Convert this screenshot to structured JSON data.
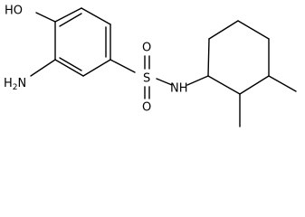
{
  "molecule": {
    "labels": {
      "hydroxyl": "HO",
      "amine_h": "H",
      "amine_sub": "2",
      "amine_n": "N",
      "sulfur": "S",
      "oxygen_top": "O",
      "oxygen_bottom": "O",
      "amide_n": "NH"
    },
    "colors": {
      "bond": "#000000",
      "text": "#000000",
      "background": "#ffffff"
    }
  }
}
